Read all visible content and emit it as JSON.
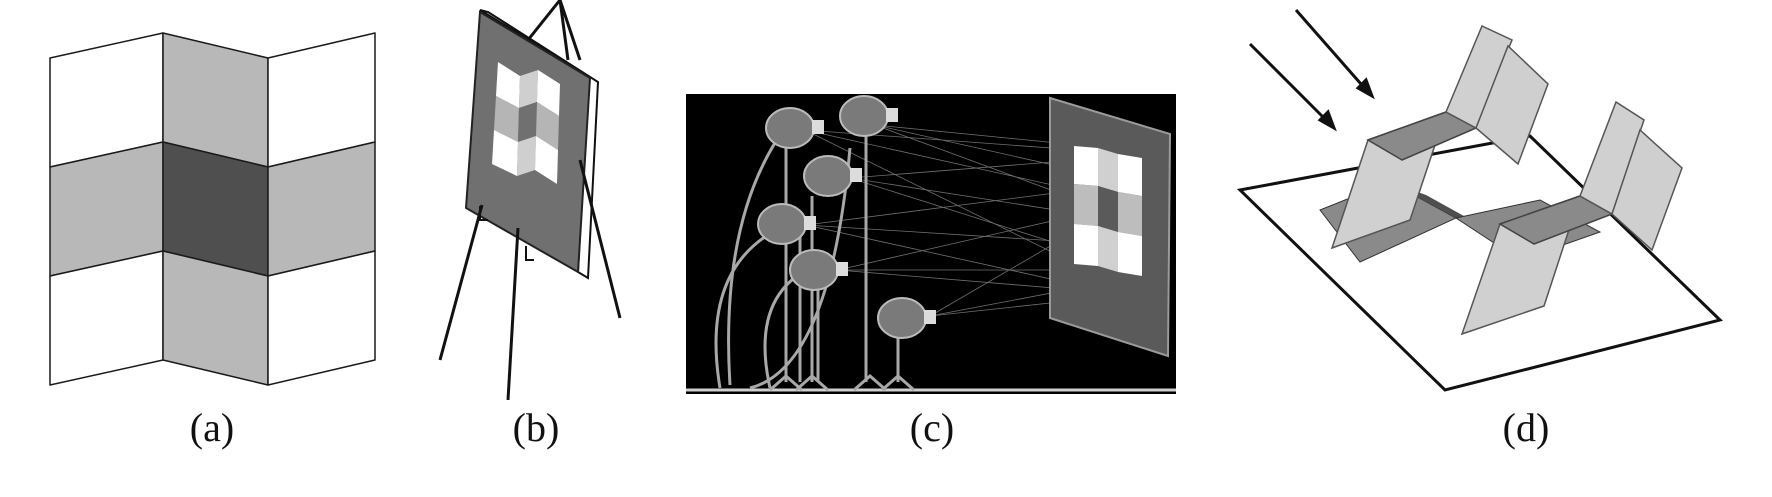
{
  "figure": {
    "panels": [
      {
        "id": "a",
        "caption": "(a)"
      },
      {
        "id": "b",
        "caption": "(b)"
      },
      {
        "id": "c",
        "caption": "(c)"
      },
      {
        "id": "d",
        "caption": "(d)"
      }
    ]
  },
  "colors": {
    "white": "#ffffff",
    "light_gray": "#bdbdbd",
    "mid_gray": "#8a8a8a",
    "dark_gray": "#4f4f4f",
    "black": "#000000",
    "lamp_gray": "#7a7a7a"
  }
}
